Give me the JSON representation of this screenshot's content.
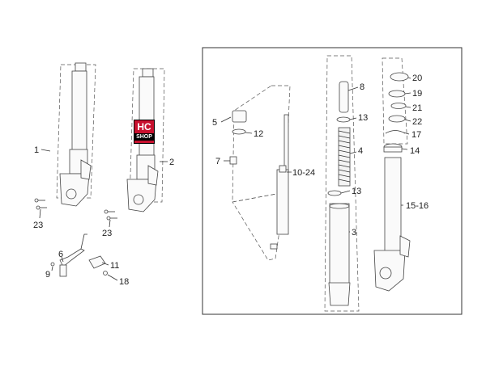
{
  "logo": {
    "line1": "HC",
    "line2": "SHOP"
  },
  "callouts": {
    "c1": "1",
    "c2": "2",
    "c23a": "23",
    "c23b": "23",
    "c6": "6",
    "c9": "9",
    "c11": "11",
    "c18": "18",
    "c5": "5",
    "c12": "12",
    "c7": "7",
    "c1024": "10-24",
    "c8": "8",
    "c13a": "13",
    "c4": "4",
    "c13b": "13",
    "c3": "3",
    "c20": "20",
    "c19": "19",
    "c21": "21",
    "c22": "22",
    "c17": "17",
    "c14": "14",
    "c1516": "15-16"
  }
}
